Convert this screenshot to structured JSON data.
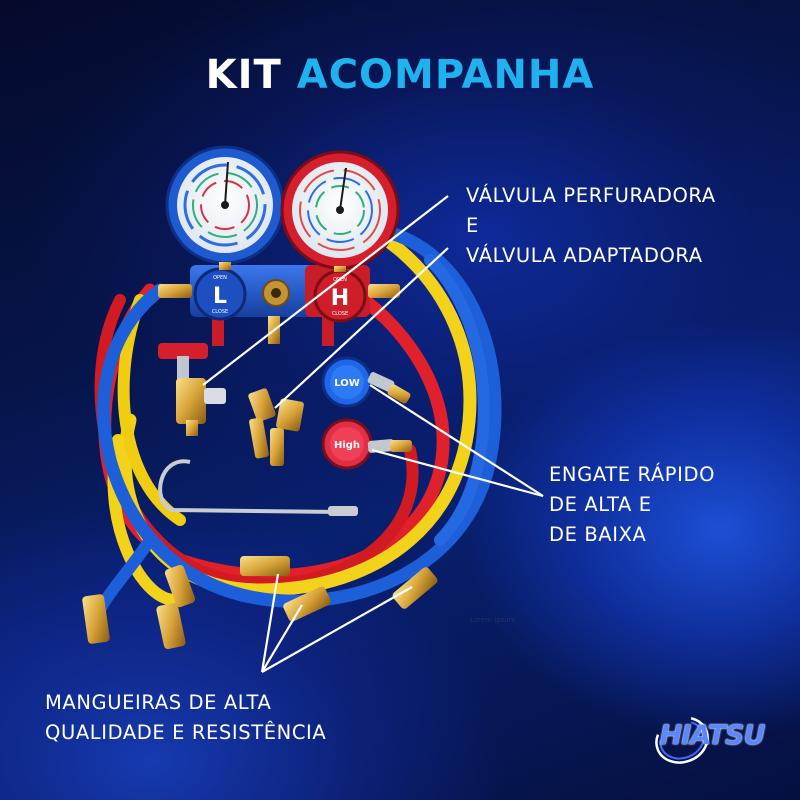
{
  "title": {
    "part1": "KIT",
    "part2": "ACOMPANHA"
  },
  "callouts": {
    "valve": [
      "VÁLVULA PERFURADORA",
      "E",
      "VÁLVULA ADAPTADORA"
    ],
    "engate": [
      "ENGATE RÁPIDO",
      "DE ALTA E",
      "DE BAIXA"
    ],
    "hoses": [
      "MANGUEIRAS DE ALTA",
      "QUALIDADE E RESISTÊNCIA"
    ]
  },
  "product": {
    "low_knob_letter": "L",
    "high_knob_letter": "H",
    "knob_small_text": [
      "OPEN",
      "CLOSE"
    ],
    "coupler_low": "LOW",
    "coupler_high": "High"
  },
  "fine_print": "Lorem Ipsum",
  "logo": {
    "text": "HIATSU"
  },
  "colors": {
    "title_white": "#ffffff",
    "title_accent": "#1fb2ee",
    "hose_red": "#e0202a",
    "hose_yellow": "#f3d21c",
    "hose_blue": "#1d5fd8",
    "brass": "#d8a43a"
  }
}
